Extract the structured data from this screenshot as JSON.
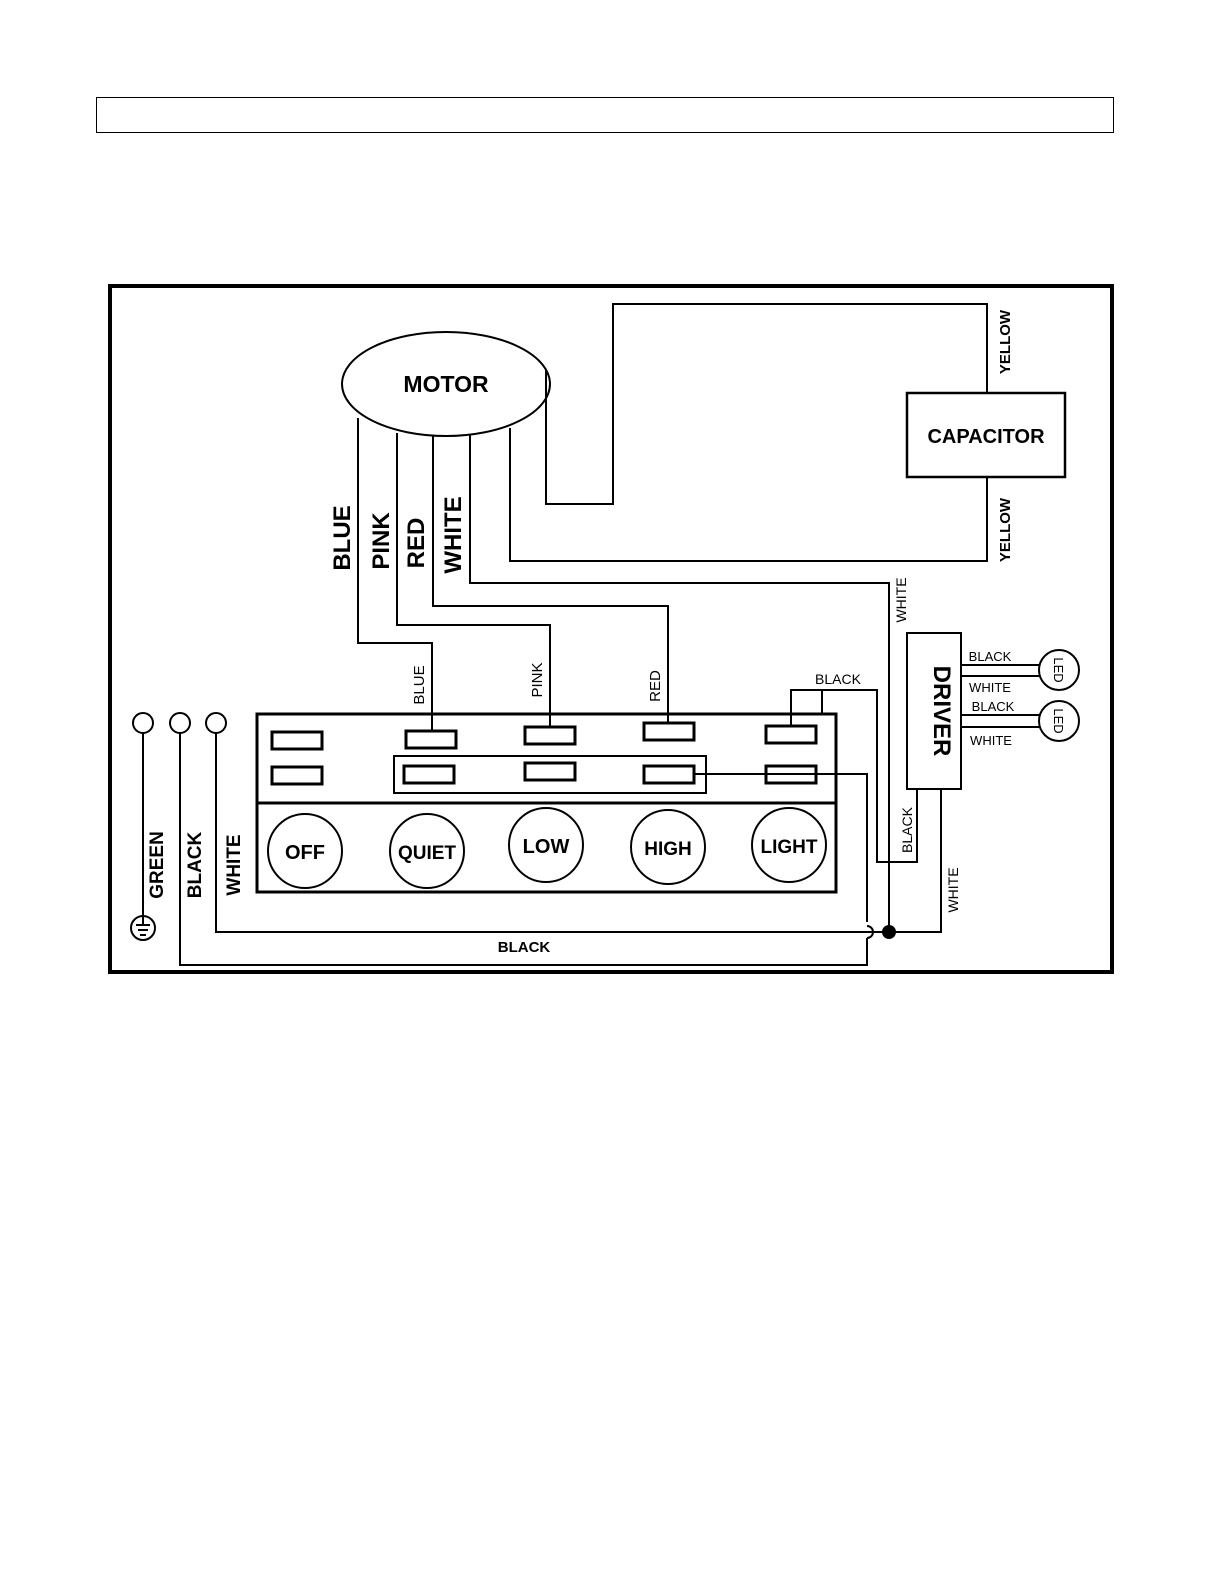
{
  "header_text": "",
  "components": {
    "motor": "MOTOR",
    "capacitor": "CAPACITOR",
    "driver": "DRIVER",
    "led_1": "LED",
    "led_2": "LED"
  },
  "buttons": {
    "off": "OFF",
    "quiet": "QUIET",
    "low": "LOW",
    "high": "HIGH",
    "light": "LIGHT"
  },
  "motor_wires": {
    "blue": "BLUE",
    "pink": "PINK",
    "red": "RED",
    "white": "WHITE"
  },
  "capacitor_wires": {
    "top": "YELLOW",
    "bottom": "YELLOW"
  },
  "switch_terminals": {
    "blue": "BLUE",
    "pink": "PINK",
    "red": "RED",
    "light_black": "BLACK"
  },
  "driver_wires": {
    "white_in": "WHITE",
    "black_in": "BLACK",
    "white_out": "WHITE",
    "led1_black": "BLACK",
    "led1_white": "WHITE",
    "led2_black": "BLACK",
    "led2_white": "WHITE"
  },
  "supply_wires": {
    "green": "GREEN",
    "black": "BLACK",
    "white": "WHITE",
    "bottom_black": "BLACK"
  }
}
